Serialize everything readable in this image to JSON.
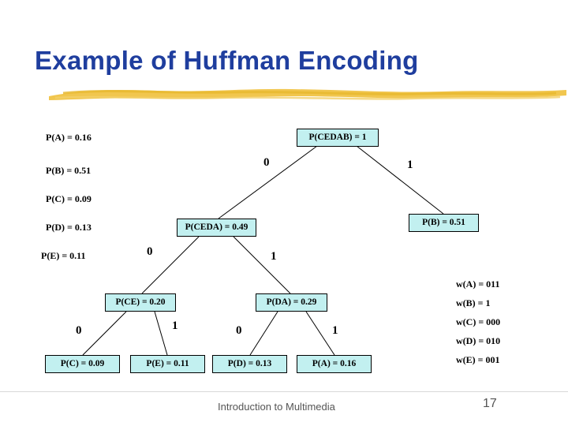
{
  "slide": {
    "title": "Example of Huffman Encoding",
    "accent_color": "#1f3e9e",
    "brush_color": "#f0c344",
    "node_fill": "#c2f0f0"
  },
  "probabilities": [
    {
      "label": "P(A) = 0.16"
    },
    {
      "label": "P(B) = 0.51"
    },
    {
      "label": "P(C) = 0.09"
    },
    {
      "label": "P(D) = 0.13"
    },
    {
      "label": "P(E) = 0.11"
    }
  ],
  "codewords": [
    {
      "label": "w(A) = 011"
    },
    {
      "label": "w(B) = 1"
    },
    {
      "label": "w(C) = 000"
    },
    {
      "label": "w(D) = 010"
    },
    {
      "label": "w(E) = 001"
    }
  ],
  "tree": {
    "nodes": [
      {
        "id": "root",
        "label": "P(CEDAB) = 1"
      },
      {
        "id": "ceda",
        "label": "P(CEDA) = 0.49"
      },
      {
        "id": "b",
        "label": "P(B) = 0.51"
      },
      {
        "id": "ce",
        "label": "P(CE) = 0.20"
      },
      {
        "id": "da",
        "label": "P(DA) = 0.29"
      },
      {
        "id": "c",
        "label": "P(C) = 0.09"
      },
      {
        "id": "e",
        "label": "P(E) = 0.11"
      },
      {
        "id": "d",
        "label": "P(D) = 0.13"
      },
      {
        "id": "a",
        "label": "P(A) = 0.16"
      }
    ],
    "edge_labels": [
      {
        "id": "root-left",
        "label": "0"
      },
      {
        "id": "root-right",
        "label": "1"
      },
      {
        "id": "ceda-left",
        "label": "0"
      },
      {
        "id": "ceda-right",
        "label": "1"
      },
      {
        "id": "ce-left",
        "label": "0"
      },
      {
        "id": "ce-right",
        "label": "1"
      },
      {
        "id": "da-left",
        "label": "0"
      },
      {
        "id": "da-right",
        "label": "1"
      }
    ]
  },
  "footer": {
    "text": "Introduction to Multimedia",
    "page": "17"
  }
}
